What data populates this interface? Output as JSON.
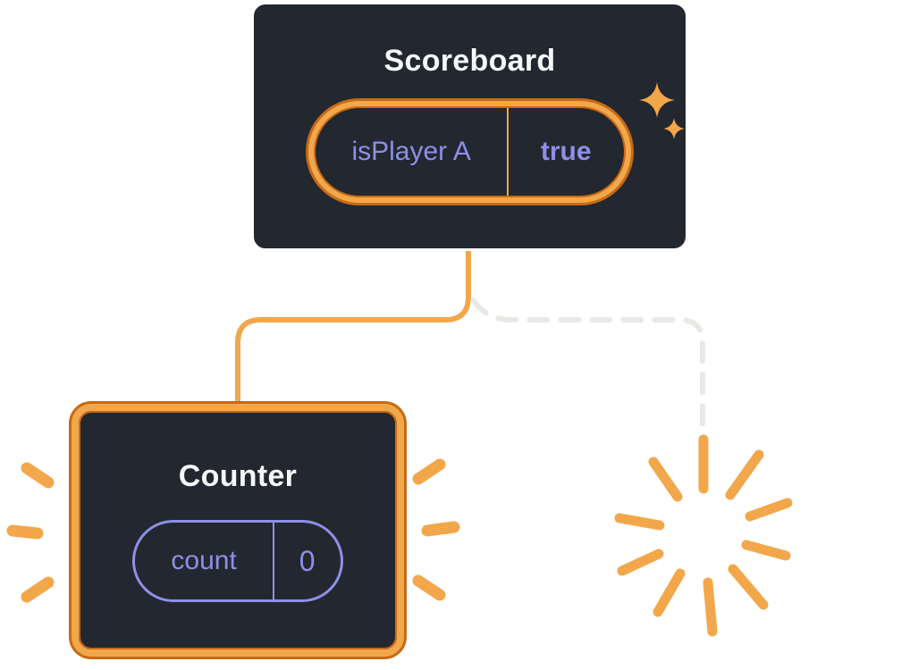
{
  "scoreboard": {
    "title": "Scoreboard",
    "state": {
      "key": "isPlayer A",
      "value": "true"
    }
  },
  "counter": {
    "title": "Counter",
    "state": {
      "key": "count",
      "value": "0"
    }
  },
  "icons": {
    "sparkle": "four-pointed-star",
    "burst": "ray-burst",
    "emphasis": "ray-marks"
  },
  "colors": {
    "card_bg": "#23272F",
    "card_border": "#FFFFFF",
    "accent_orange": "#F2A74B",
    "accent_orange_dark": "#C76A15",
    "purple": "#8D90E8",
    "title_text": "#F6F7F9",
    "dashed_line": "#E9E8E4",
    "page_bg": "#FFFFFF"
  }
}
